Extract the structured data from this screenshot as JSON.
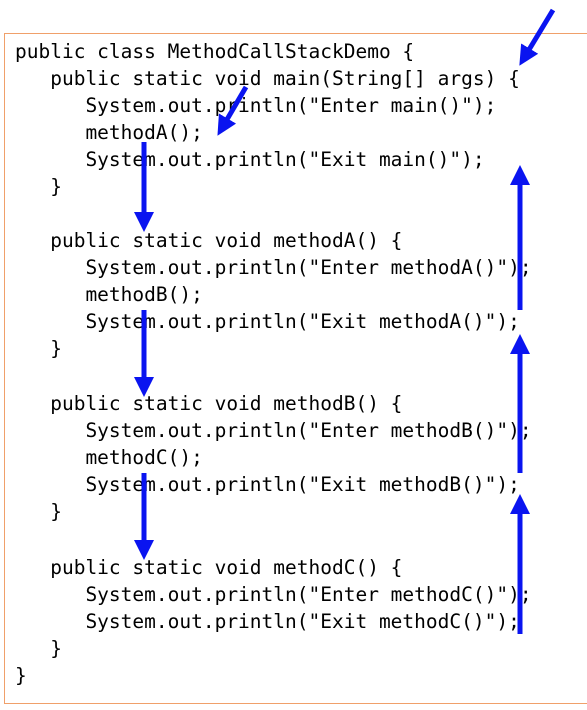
{
  "code": {
    "lines": [
      "public class MethodCallStackDemo {",
      "   public static void main(String[] args) {",
      "      System.out.println(\"Enter main()\");",
      "      methodA();",
      "      System.out.println(\"Exit main()\");",
      "   }",
      "",
      "   public static void methodA() {",
      "      System.out.println(\"Enter methodA()\");",
      "      methodB();",
      "      System.out.println(\"Exit methodA()\");",
      "   }",
      "",
      "   public static void methodB() {",
      "      System.out.println(\"Enter methodB()\");",
      "      methodC();",
      "      System.out.println(\"Exit methodB()\");",
      "   }",
      "",
      "   public static void methodC() {",
      "      System.out.println(\"Enter methodC()\");",
      "      System.out.println(\"Exit methodC()\");",
      "   }",
      "}"
    ]
  },
  "colors": {
    "arrow": "#0a14f0",
    "frame_border": "#f0a06a",
    "text": "#000000"
  }
}
